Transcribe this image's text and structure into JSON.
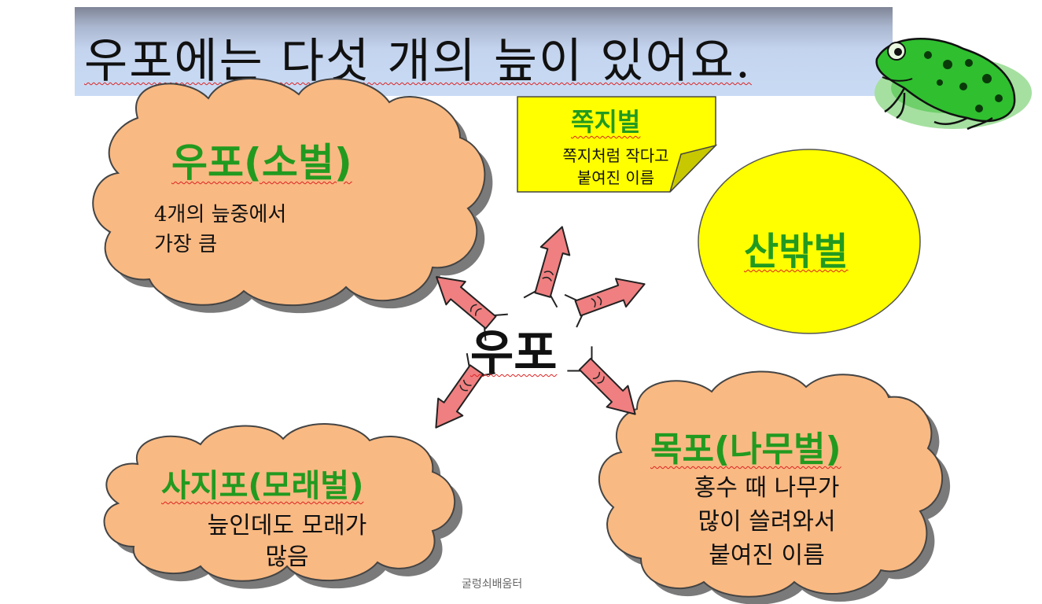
{
  "title": "우포에는 다섯 개의 늪이 있어요.",
  "center_label": "우포",
  "nodes": {
    "upo": {
      "heading": "우포(소벌)",
      "line1": "4개의 늪중에서",
      "line2": "가장 큼"
    },
    "jjokji": {
      "heading": "쪽지벌",
      "line1": "쪽지처럼 작다고",
      "line2": "붙여진 이름"
    },
    "sanbak": {
      "heading": "산밖벌"
    },
    "saji": {
      "heading": "사지포(모래벌)",
      "line1": "늪인데도 모래가",
      "line2": "많음"
    },
    "mokpo": {
      "heading": "목포(나무벌)",
      "line1": "홍수 때 나무가",
      "line2": "많이 쓸려와서",
      "line3": "붙여진 이름"
    }
  },
  "footer": "굴렁쇠배움터",
  "colors": {
    "cloud_fill": "#f9b982",
    "note_fill": "#ffff00",
    "ellipse_fill": "#ffff00",
    "heading_green": "#229a20",
    "arrow_fill": "#ef7f80"
  }
}
